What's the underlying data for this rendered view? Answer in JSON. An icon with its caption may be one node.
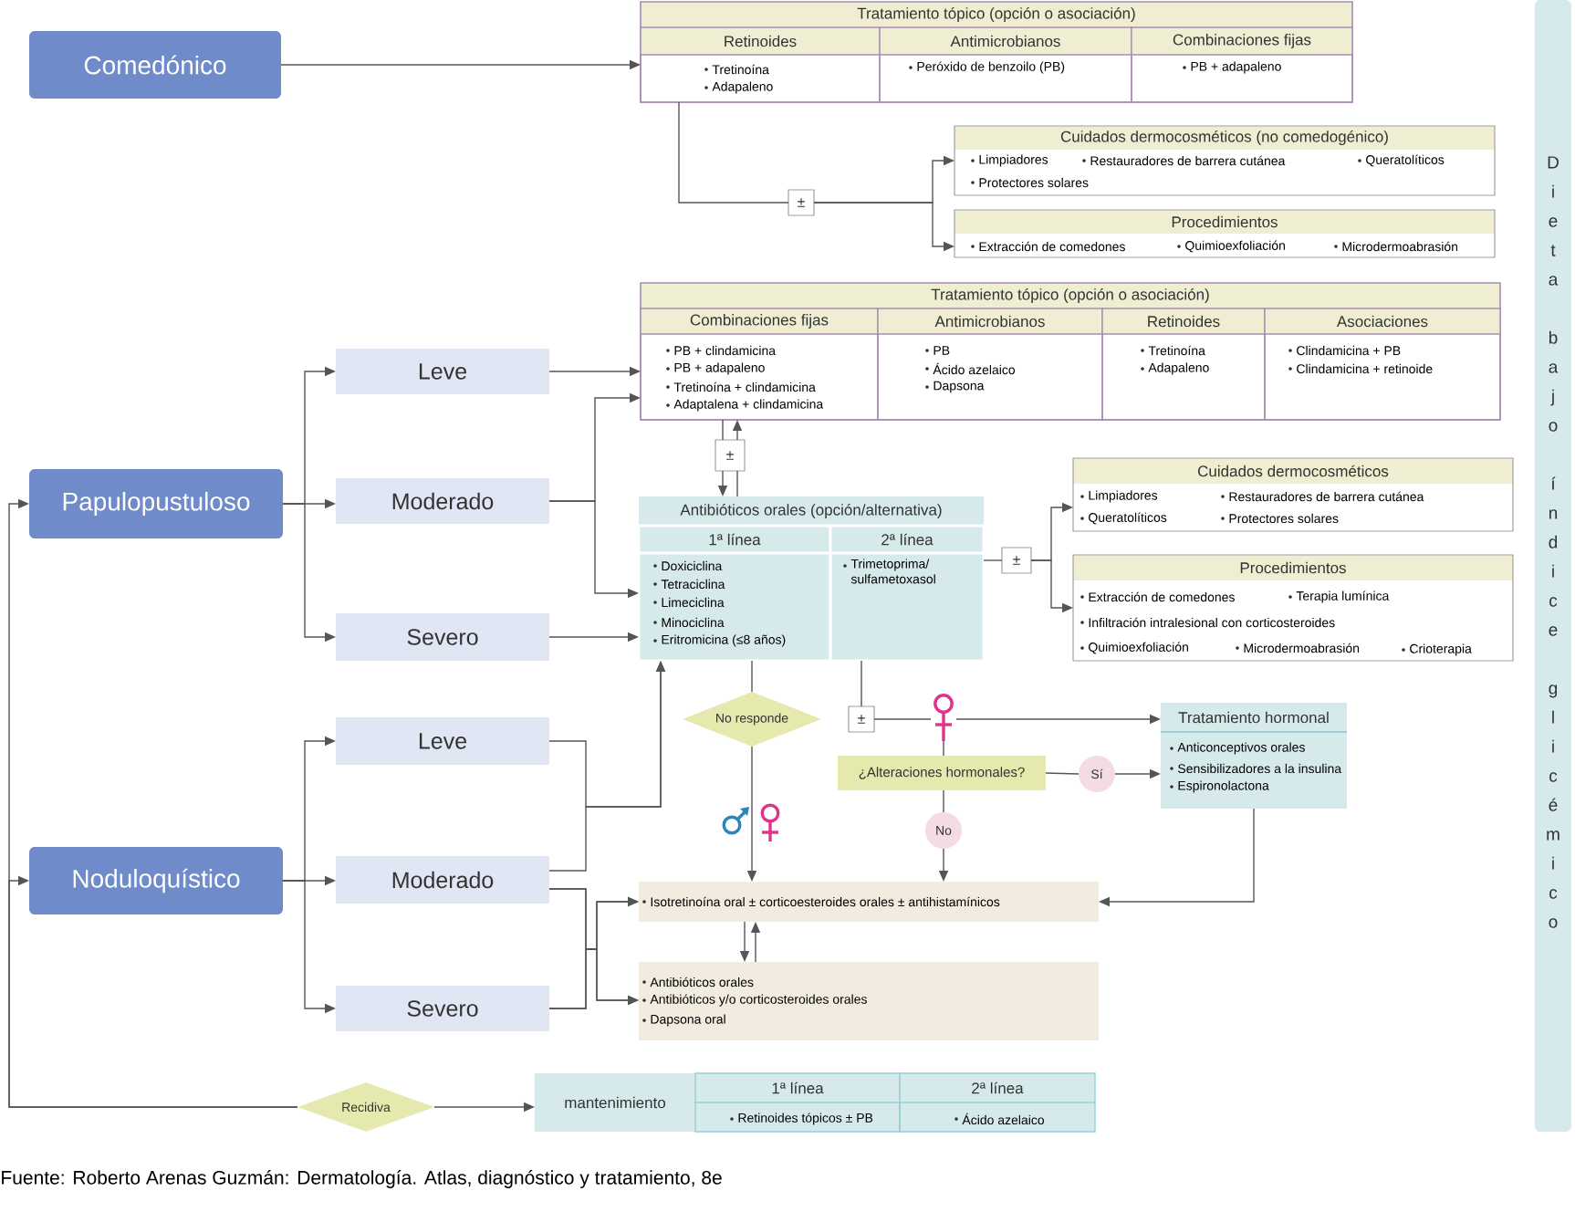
{
  "diagram": {
    "nodes": [
      {
        "text": [
          "Comedónico"
        ]
      },
      {
        "text": [
          "Tratamiento tópico (opción o asociación)"
        ]
      },
      {
        "text": [
          "Retinoides",
          "Tretinoína",
          "Adapaleno"
        ],
        "in": 1
      },
      {
        "text": [
          "Antimicrobianos",
          "Peróxido de benzoilo (PB)"
        ],
        "in": 1
      },
      {
        "text": [
          "Combinaciones fijas",
          "PB + adapaleno"
        ],
        "in": 1
      },
      {
        "text": [
          "±"
        ]
      },
      {
        "text": [
          "Cuidados dermocosméticos (no comedogénico)",
          "Limpiadores",
          "Restauradores de barrera cutánea",
          "Queratolíticos",
          "Protectores solares"
        ]
      },
      {
        "text": [
          "Procedimientos",
          "Extracción de comedones",
          "Quimioexfoliación",
          "Microdermoabrasión"
        ]
      },
      {
        "text": [
          "Papulopustuloso"
        ]
      },
      {
        "text": [
          "Leve"
        ]
      },
      {
        "text": [
          "Moderado"
        ]
      },
      {
        "text": [
          "Severo"
        ]
      },
      {
        "text": [
          "Tratamiento tópico (opción o asociación)"
        ]
      },
      {
        "text": [
          "Combinaciones fijas",
          "PB + clindamicina",
          "PB + adapaleno",
          "Tretinoína + clindamicina",
          "Adaptalena + clindamicina"
        ],
        "in": 12
      },
      {
        "text": [
          "Antimicrobianos",
          "PB",
          "Ácido azelaico",
          "Dapsona"
        ],
        "in": 12
      },
      {
        "text": [
          "Retinoides",
          "Tretinoína",
          "Adapaleno"
        ],
        "in": 12
      },
      {
        "text": [
          "Asociaciones",
          "Clindamicina + PB",
          "Clindamicina + retinoide"
        ],
        "in": 12
      },
      {
        "text": [
          "±"
        ]
      },
      {
        "text": [
          "Antibióticos orales (opción/alternativa)"
        ]
      },
      {
        "text": [
          "1ª línea",
          "Doxiciclina",
          "Tetraciclina",
          "Limeciclina",
          "Minociclina",
          "Eritromicina (≤8 años)"
        ],
        "in": 18
      },
      {
        "text": [
          "2ª línea",
          "Trimetoprima/ sulfametoxasol"
        ],
        "in": 18
      },
      {
        "text": [
          "±"
        ]
      },
      {
        "text": [
          "Cuidados dermocosméticos",
          "Limpiadores",
          "Restauradores de barrera cutánea",
          "Queratolíticos",
          "Protectores solares"
        ]
      },
      {
        "text": [
          "Procedimientos",
          "Extracción de comedones",
          "Terapia lumínica",
          "Infiltración intralesional con corticosteroides",
          "Quimioexfoliación",
          "Microdermoabrasión",
          "Crioterapia"
        ]
      },
      {
        "text": [
          "No responde"
        ]
      },
      {
        "text": [
          "±"
        ]
      },
      {
        "text": [],
        "shape": "symbol"
      },
      {
        "text": [
          "¿Alteraciones hormonales?"
        ]
      },
      {
        "text": [
          "Sí"
        ]
      },
      {
        "text": [
          "No"
        ]
      },
      {
        "text": [
          "Tratamiento hormonal",
          "Anticonceptivos orales",
          "Sensibilizadores a la insulina",
          "Espironolactona"
        ]
      },
      {
        "text": [
          "Noduloquístico"
        ]
      },
      {
        "text": [
          "Leve"
        ]
      },
      {
        "text": [
          "Moderado"
        ]
      },
      {
        "text": [
          "Severo"
        ]
      },
      {
        "text": [
          "Isotretinoína oral ± corticoesteroides orales ± antihistamínicos"
        ]
      },
      {
        "text": [
          "Antibióticos orales",
          "Antibióticos y/o corticosteroides orales",
          "Dapsona oral"
        ]
      },
      {
        "text": [
          "Recidiva"
        ]
      },
      {
        "text": [
          "mantenimiento"
        ]
      },
      {
        "text": [
          "1ª línea",
          "Retinoides tópicos ± PB"
        ],
        "in": 38
      },
      {
        "text": [
          "2ª línea",
          "Ácido azelaico"
        ],
        "in": 38
      },
      {
        "text": [
          "Dieta bajo índice glicémico"
        ]
      }
    ],
    "edges": [
      {
        "from": 0,
        "to": 1,
        "arrow": "to"
      },
      {
        "from": 1,
        "to": 5,
        "arrow": "none"
      },
      {
        "from": 5,
        "to": 6,
        "arrow": "to"
      },
      {
        "from": 5,
        "to": 7,
        "arrow": "to"
      },
      {
        "from": 8,
        "to": 9,
        "arrow": "to"
      },
      {
        "from": 8,
        "to": 10,
        "arrow": "to"
      },
      {
        "from": 8,
        "to": 11,
        "arrow": "to"
      },
      {
        "from": 9,
        "to": 12,
        "arrow": "to"
      },
      {
        "from": 10,
        "to": 12,
        "arrow": "to"
      },
      {
        "from": 10,
        "to": 18,
        "arrow": "to"
      },
      {
        "from": 11,
        "to": 18,
        "arrow": "to"
      },
      {
        "from": 12,
        "to": 17,
        "arrow": "none"
      },
      {
        "from": 17,
        "to": 18,
        "arrow": "to"
      },
      {
        "from": 18,
        "to": 17,
        "arrow": "none"
      },
      {
        "from": 17,
        "to": 12,
        "arrow": "to"
      },
      {
        "from": 18,
        "to": 21,
        "arrow": "none"
      },
      {
        "from": 21,
        "to": 22,
        "arrow": "to"
      },
      {
        "from": 21,
        "to": 23,
        "arrow": "to"
      },
      {
        "from": 19,
        "to": 24,
        "arrow": "none"
      },
      {
        "from": 24,
        "to": 35,
        "arrow": "to"
      },
      {
        "from": 20,
        "to": 25,
        "arrow": "none"
      },
      {
        "from": 25,
        "to": 26,
        "arrow": "none"
      },
      {
        "from": 26,
        "to": 30,
        "arrow": "to"
      },
      {
        "from": 26,
        "to": 27,
        "arrow": "none"
      },
      {
        "from": 27,
        "to": 29,
        "arrow": "none"
      },
      {
        "from": 29,
        "to": 35,
        "arrow": "to"
      },
      {
        "from": 27,
        "to": 28,
        "arrow": "none"
      },
      {
        "from": 28,
        "to": 30,
        "arrow": "to"
      },
      {
        "from": 30,
        "to": 35,
        "arrow": "to"
      },
      {
        "from": 31,
        "to": 32,
        "arrow": "to"
      },
      {
        "from": 31,
        "to": 33,
        "arrow": "to"
      },
      {
        "from": 31,
        "to": 34,
        "arrow": "to"
      },
      {
        "from": 32,
        "to": 18,
        "arrow": "to"
      },
      {
        "from": 33,
        "to": 18,
        "arrow": "to"
      },
      {
        "from": 33,
        "to": 35,
        "arrow": "to"
      },
      {
        "from": 33,
        "to": 36,
        "arrow": "to"
      },
      {
        "from": 34,
        "to": 35,
        "arrow": "to"
      },
      {
        "from": 34,
        "to": 36,
        "arrow": "to"
      },
      {
        "from": 35,
        "to": 36,
        "arrow": "to"
      },
      {
        "from": 36,
        "to": 35,
        "arrow": "to"
      },
      {
        "from": 37,
        "to": 8,
        "arrow": "to"
      },
      {
        "from": 37,
        "to": 31,
        "arrow": "to"
      },
      {
        "from": 37,
        "to": 38,
        "arrow": "to"
      }
    ],
    "labels": [
      "Fuente: Roberto Arenas Guzmán: Dermatología. Atlas, diagnóstico y tratamiento, 8e"
    ]
  }
}
